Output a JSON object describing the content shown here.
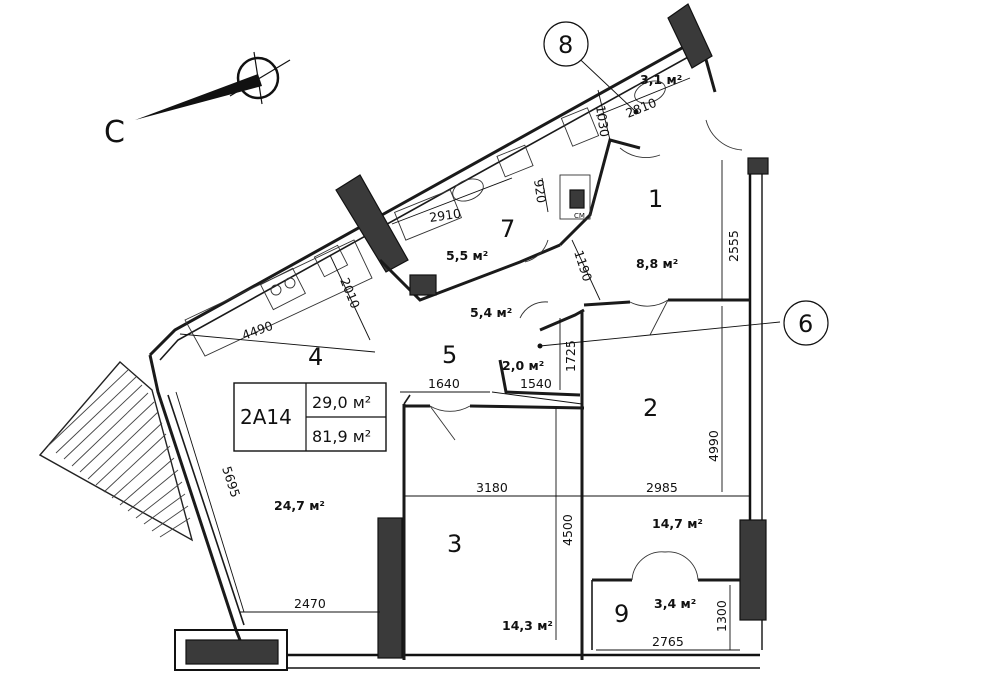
{
  "compass": {
    "north_letter": "С"
  },
  "unit_box": {
    "code": "2А14",
    "living_area": "29,0 м²",
    "total_area": "81,9 м²"
  },
  "rooms": [
    {
      "id": "r1",
      "number": "1",
      "area": "8,8 м²"
    },
    {
      "id": "r2",
      "number": "2",
      "area": "14,7 м²"
    },
    {
      "id": "r3",
      "number": "3",
      "area": "14,3 м²"
    },
    {
      "id": "r4",
      "number": "4",
      "area": "24,7 м²"
    },
    {
      "id": "r5",
      "number": "5",
      "area": "5,4 м²"
    },
    {
      "id": "r6",
      "number": "6",
      "area": "2,0 м²"
    },
    {
      "id": "r7",
      "number": "7",
      "area": "5,5 м²"
    },
    {
      "id": "r8",
      "number": "8",
      "area": "3,1 м²"
    },
    {
      "id": "r9",
      "number": "9",
      "area": "3,4 м²"
    }
  ],
  "dimensions": {
    "d2810": "2810",
    "d1030": "1030",
    "d2910": "2910",
    "d920": "920",
    "d2555": "2555",
    "d1190": "1190",
    "d2010": "2010",
    "d4490": "4490",
    "d1725": "1725",
    "d1640": "1640",
    "d1540": "1540",
    "d4990": "4990",
    "d3180": "3180",
    "d2985": "2985",
    "d4500": "4500",
    "d5695": "5695",
    "d2470": "2470",
    "d2765": "2765",
    "d1300": "1300"
  },
  "fixture_labels": {
    "cm": "СМ"
  }
}
